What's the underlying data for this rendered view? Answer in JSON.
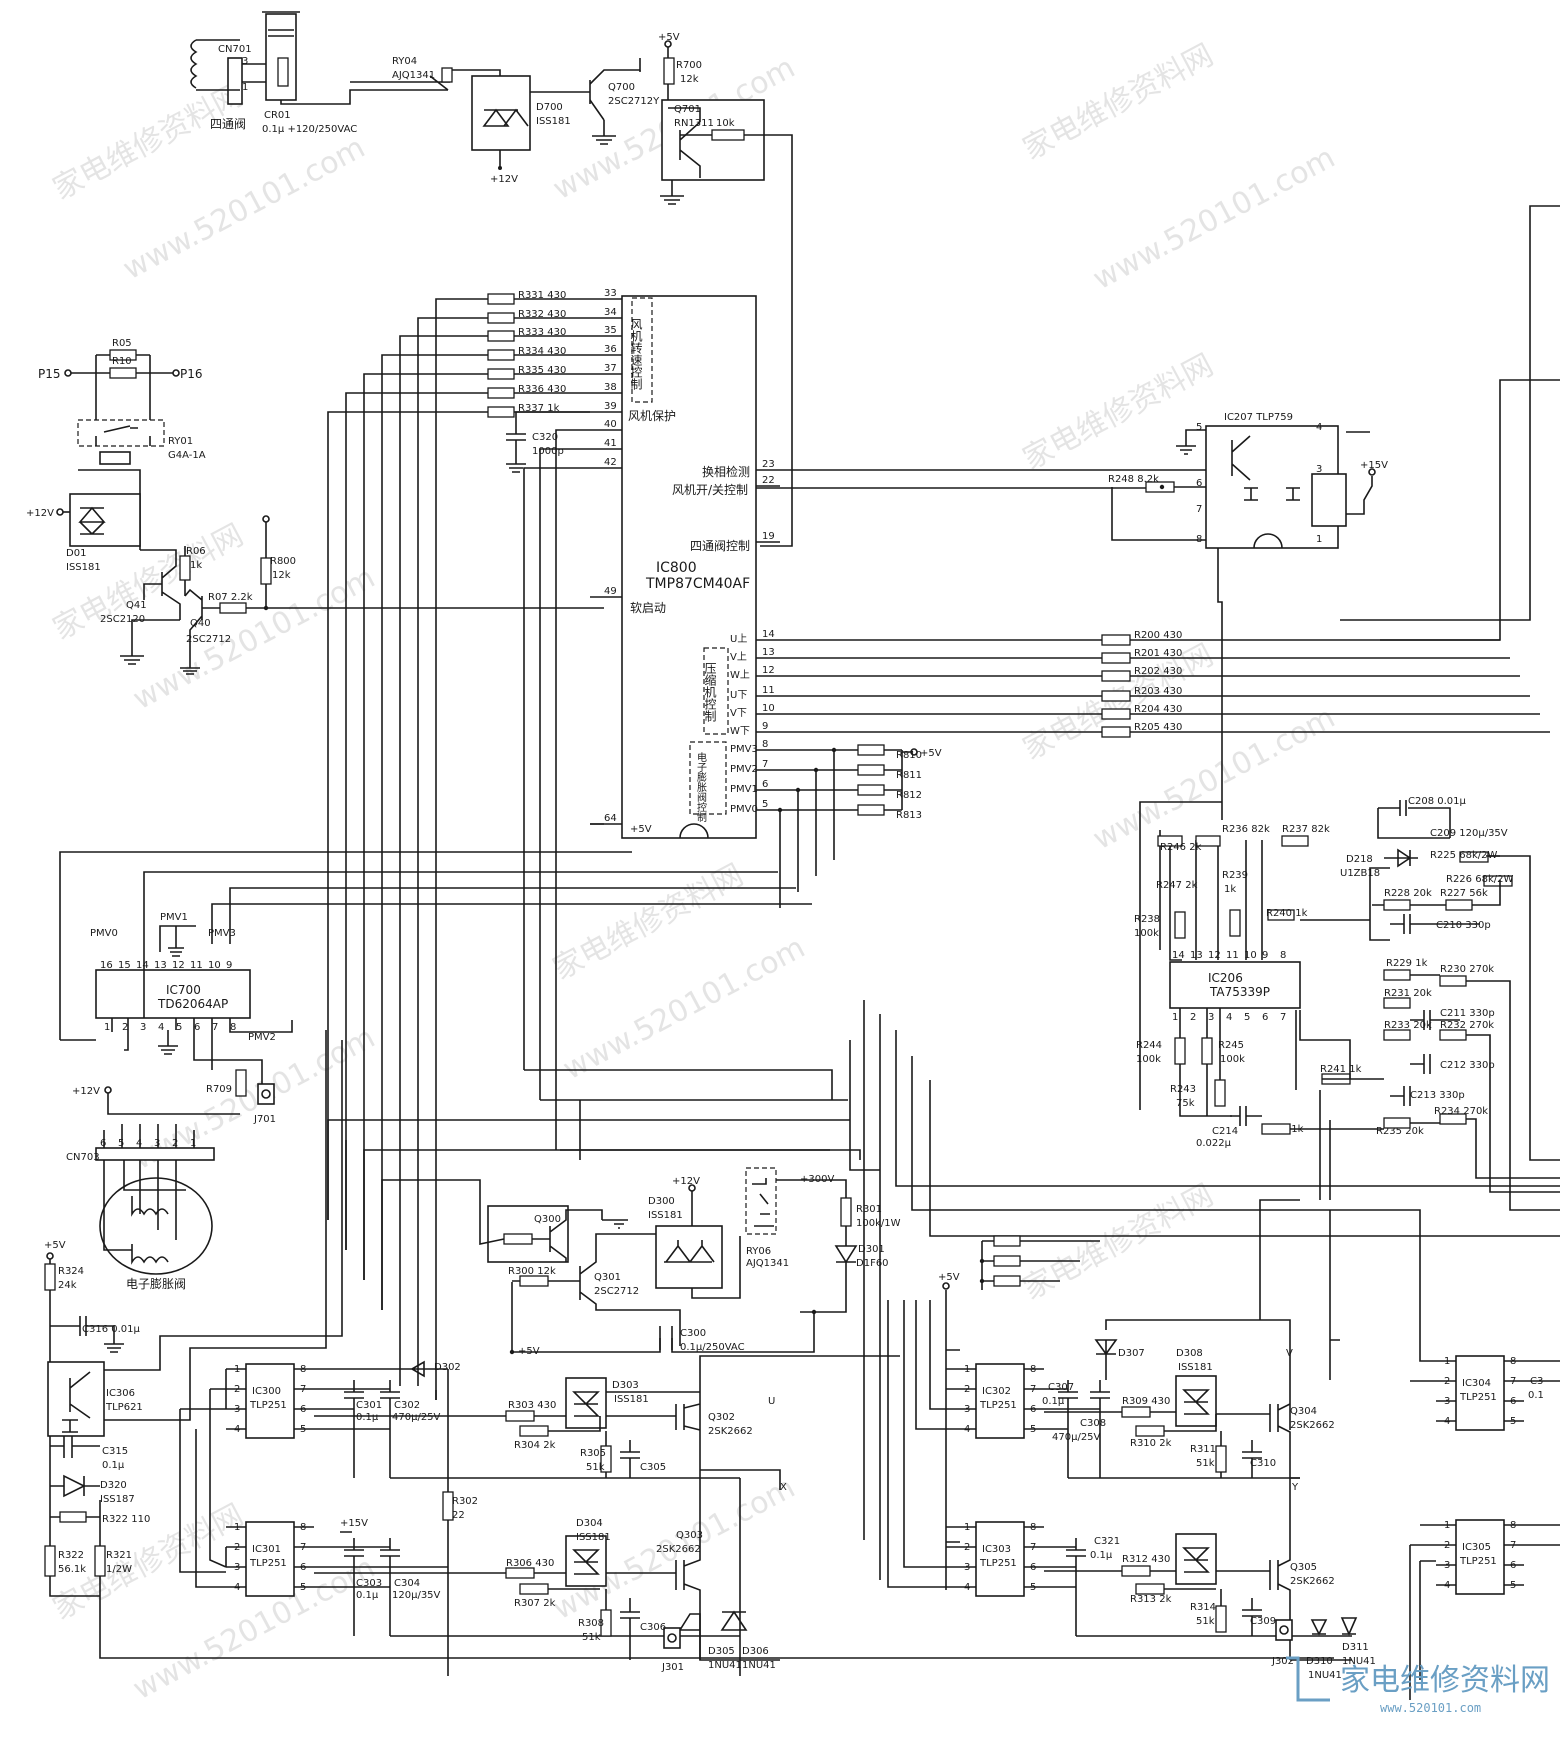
{
  "watermark": {
    "text": "www.520101.com",
    "cn": "家电维修资料网"
  },
  "logo": {
    "cn": "家电维修资料网",
    "url": "www.520101.com"
  },
  "ic800": {
    "name": "IC800",
    "part": "TMP87CM40AF",
    "fan_speed": "风机转速控制",
    "fan_protect": "风机保护",
    "sw_detect": "换相检测",
    "fan_onoff": "风机开/关控制",
    "valve4": "四通阀控制",
    "softstart": "软启动",
    "comp_ctrl": "压缩机控制",
    "eev_ctrl": "电子膨胀阀控制",
    "vcc": "+5V"
  },
  "ic800_left_pins": [
    "33",
    "34",
    "35",
    "36",
    "37",
    "38",
    "39",
    "40",
    "41",
    "42",
    "49",
    "64"
  ],
  "ic800_right": [
    {
      "pin": "23",
      "name": ""
    },
    {
      "pin": "22",
      "name": ""
    },
    {
      "pin": "19",
      "name": ""
    },
    {
      "pin": "14",
      "name": "U上"
    },
    {
      "pin": "13",
      "name": "V上"
    },
    {
      "pin": "12",
      "name": "W上"
    },
    {
      "pin": "11",
      "name": "U下"
    },
    {
      "pin": "10",
      "name": "V下"
    },
    {
      "pin": "9",
      "name": "W下"
    },
    {
      "pin": "8",
      "name": "PMV3"
    },
    {
      "pin": "7",
      "name": "PMV2"
    },
    {
      "pin": "6",
      "name": "PMV1"
    },
    {
      "pin": "5",
      "name": "PMV0"
    }
  ],
  "res_left": [
    "R331 430",
    "R332 430",
    "R333 430",
    "R334 430",
    "R335 430",
    "R336 430",
    "R337 1k"
  ],
  "res_right": [
    "R200 430",
    "R201 430",
    "R202 430",
    "R203 430",
    "R204 430",
    "R205 430"
  ],
  "res_pmv": [
    "R810",
    "R811",
    "R812",
    "R813"
  ],
  "labels": {
    "cn701": "CN701",
    "valve4way": "四通阀",
    "cr01": "CR01",
    "cr01_val": "0.1μ +120/250VAC",
    "ry04": "RY04",
    "ry04_part": "AJQ1341",
    "d700": "D700",
    "d700_part": "ISS181",
    "q700": "Q700",
    "q700_part": "2SC2712Y",
    "plus12": "+12V",
    "plus5": "+5V",
    "plus15": "+15V",
    "plus300": "+300V",
    "r700": "R700",
    "r700_val": "12k",
    "q701": "Q701",
    "q701_part": "RN1311",
    "r10k": "10k",
    "r05": "R05",
    "r10": "R10",
    "p15": "P15",
    "p16": "P16",
    "ry01": "RY01",
    "ry01_part": "G4A-1A",
    "d01": "D01",
    "d01_part": "ISS181",
    "r06": "R06",
    "r06_val": "1k",
    "r800": "R800",
    "r800_val": "12k",
    "q41": "Q41",
    "q41_part": "2SC2120",
    "r07": "R07 2.2k",
    "q40": "Q40",
    "q40_part": "2SC2712",
    "c320": "C320",
    "c320_val": "1000p",
    "ic207": "IC207 TLP759",
    "r248": "R248 8.2k",
    "ic206": "IC206",
    "ic206_part": "TA75339P",
    "r236": "R236 82k",
    "r237": "R237 82k",
    "r246": "R246 2k",
    "r247": "R247 2k",
    "r239": "R239",
    "r239_val": "1k",
    "r238": "R238",
    "r238_val": "100k",
    "r240": "R240 1k",
    "c208": "C208 0.01μ",
    "c209": "C209 120μ/35V",
    "d218": "D218",
    "d218_part": "U1ZB18",
    "r225": "R225 68k/2W",
    "r226": "R226 68k/2W",
    "r228": "R228 20k",
    "r227": "R227 56k",
    "c210": "C210 330p",
    "r229": "R229 1k",
    "r230": "R230 270k",
    "r231": "R231 20k",
    "c211": "C211 330p",
    "r233": "R233 20k",
    "r232": "R232 270k",
    "c212": "C212 330p",
    "r241": "R241 1k",
    "c213": "C213 330p",
    "r234": "R234 270k",
    "r235": "R235 20k",
    "r244": "R244",
    "r244_val": "100k",
    "r245": "R245",
    "r245_val": "100k",
    "r243": "R243",
    "r243_val": "75k",
    "c214": "C214",
    "c214_val": "0.022μ",
    "r242": "R242 1k",
    "ic700": "IC700",
    "ic700_part": "TD62064AP",
    "pmv0": "PMV0",
    "pmv1": "PMV1",
    "pmv3": "PMV3",
    "pmv2": "PMV2",
    "r709": "R709",
    "j701": "J701",
    "cn703": "CN703",
    "eev": "电子膨胀阀",
    "q300": "Q300",
    "r300": "R300 12k",
    "q301": "Q301",
    "q301_part": "2SC2712",
    "d300": "D300",
    "d300_part": "ISS181",
    "ry06": "RY06",
    "ry06_part": "AJQ1341",
    "r301": "R301",
    "r301_val": "100k/1W",
    "d301": "D301",
    "d301_part": "D1F60",
    "c300": "C300",
    "c300_val": "0.1μ/250VAC",
    "r324": "R324",
    "r324_val": "24k",
    "c316": "C316 0.01μ",
    "ic306": "IC306",
    "ic306_part": "TLP621",
    "c315": "C315",
    "c315_val": "0.1μ",
    "d320": "D320",
    "d320_part": "ISS187",
    "r322b": "R322 110",
    "r322": "R322",
    "r322_val": "56.1k",
    "r321": "R321",
    "r321_val": "1/2W",
    "ic300": "IC300",
    "ic301": "IC301",
    "ic302": "IC302",
    "ic303": "IC303",
    "ic304": "IC304",
    "ic305": "IC305",
    "tlp251": "TLP251",
    "c301": "C301",
    "c301_val": "0.1μ",
    "c302": "C302",
    "c302_val": "470μ/25V",
    "d302": "D302",
    "d303": "D303",
    "d303_part": "ISS181",
    "r303": "R303 430",
    "r304": "R304 2k",
    "q302": "Q302",
    "q302_part": "2SK2662",
    "r305": "R305",
    "r305_val": "51k",
    "c305": "C305",
    "u": "U",
    "x": "X",
    "v": "V",
    "y": "Y",
    "r302": "R302",
    "r302_val": "22",
    "c303": "C303",
    "c303_val": "0.1μ",
    "c304": "C304",
    "c304_val": "120μ/35V",
    "d304": "D304",
    "d304_part": "ISS181",
    "r306": "R306 430",
    "r307": "R307 2k",
    "q303": "Q303",
    "q303_part": "2SK2662",
    "r308": "R308",
    "r308_val": "51k",
    "c306": "C306",
    "j301": "J301",
    "d305": "D305",
    "d305_part": "1NU41",
    "d306": "D306",
    "d306_part": "1NU41",
    "c307": "C307",
    "c307_val": "0.1μ",
    "c308": "C308",
    "c308_val": "470μ/25V",
    "d307": "D307",
    "d308": "D308",
    "d308_part": "ISS181",
    "r309": "R309 430",
    "r310": "R310 2k",
    "q304": "Q304",
    "q304_part": "2SK2662",
    "r311": "R311",
    "r311_val": "51k",
    "c310": "C310",
    "c321": "C321",
    "c321_val": "0.1μ",
    "r312": "R312 430",
    "r313": "R313 2k",
    "q305": "Q305",
    "q305_part": "2SK2662",
    "r314": "R314",
    "r314_val": "51k",
    "c309": "C309",
    "j302": "J302",
    "d310": "D310",
    "d310_part": "1NU41",
    "d311": "D311",
    "d311_part": "1NU41",
    "c3x": "C3",
    "c3x_val": "0.1"
  }
}
